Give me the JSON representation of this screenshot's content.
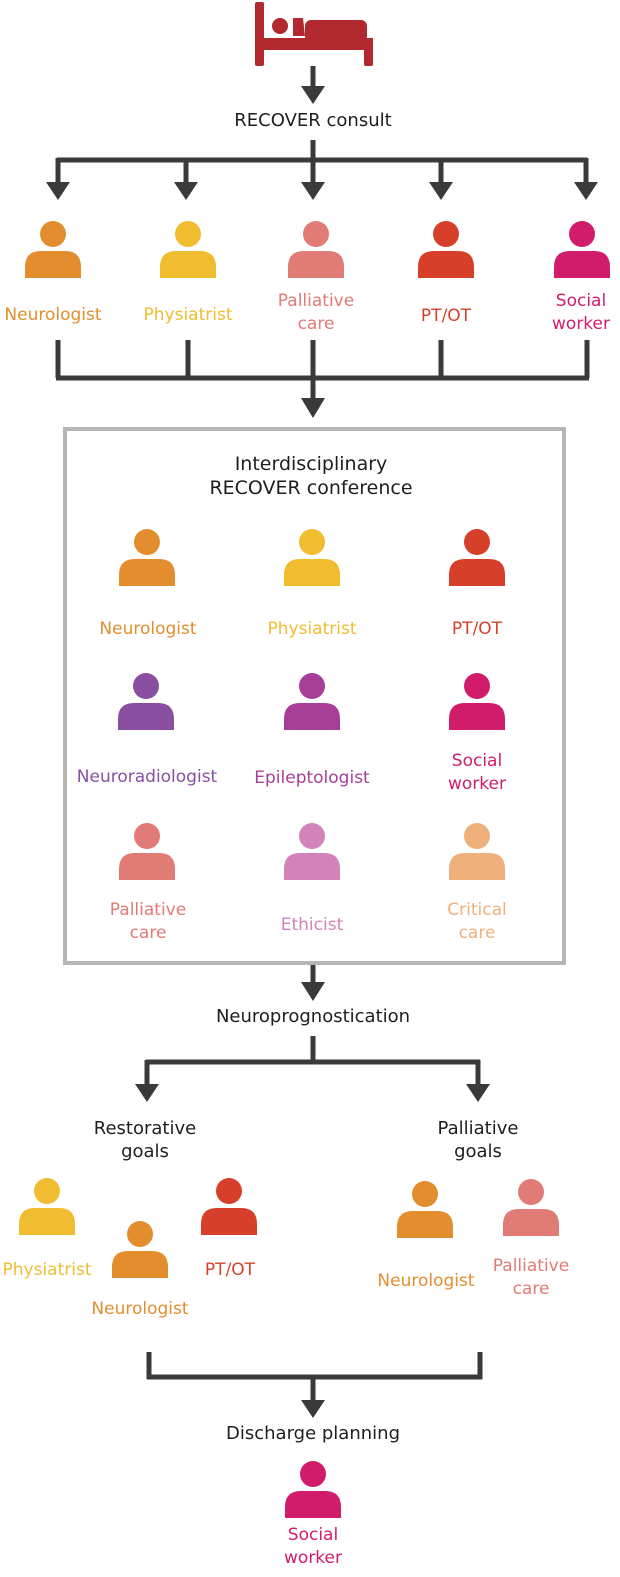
{
  "colors": {
    "neurologist": "#e38e2e",
    "physiatrist": "#f0bc30",
    "palliative": "#e07b76",
    "ptot": "#d6402a",
    "social": "#d11c6c",
    "neuroradiologist": "#8a4fa1",
    "epileptologist": "#a73e98",
    "ethicist": "#d283b8",
    "critical": "#efb07c",
    "bed": "#b1282e",
    "line": "#3a3a3a",
    "box_border": "#b5b5b5",
    "text": "#1e1e1e"
  },
  "icons": {
    "patient": "hospital-bed-icon",
    "person": "person-icon"
  },
  "top": {
    "consult": "RECOVER consult"
  },
  "consult_team": [
    {
      "line1": "Neurologist",
      "line2": "",
      "color_key": "neurologist"
    },
    {
      "line1": "Physiatrist",
      "line2": "",
      "color_key": "physiatrist"
    },
    {
      "line1": "Palliative",
      "line2": "care",
      "color_key": "palliative"
    },
    {
      "line1": "PT/OT",
      "line2": "",
      "color_key": "ptot"
    },
    {
      "line1": "Social",
      "line2": "worker",
      "color_key": "social"
    }
  ],
  "conference": {
    "title_line1": "Interdisciplinary",
    "title_line2": "RECOVER conference",
    "members": [
      {
        "line1": "Neurologist",
        "line2": "",
        "color_key": "neurologist"
      },
      {
        "line1": "Physiatrist",
        "line2": "",
        "color_key": "physiatrist"
      },
      {
        "line1": "PT/OT",
        "line2": "",
        "color_key": "ptot"
      },
      {
        "line1": "Neuroradiologist",
        "line2": "",
        "color_key": "neuroradiologist"
      },
      {
        "line1": "Epileptologist",
        "line2": "",
        "color_key": "epileptologist"
      },
      {
        "line1": "Social",
        "line2": "worker",
        "color_key": "social"
      },
      {
        "line1": "Palliative",
        "line2": "care",
        "color_key": "palliative"
      },
      {
        "line1": "Ethicist",
        "line2": "",
        "color_key": "ethicist"
      },
      {
        "line1": "Critical",
        "line2": "care",
        "color_key": "critical"
      }
    ]
  },
  "neuroprognostication": "Neuroprognostication",
  "restorative": {
    "title_line1": "Restorative",
    "title_line2": "goals",
    "members": [
      {
        "line1": "Physiatrist",
        "line2": "",
        "color_key": "physiatrist"
      },
      {
        "line1": "Neurologist",
        "line2": "",
        "color_key": "neurologist"
      },
      {
        "line1": "PT/OT",
        "line2": "",
        "color_key": "ptot"
      }
    ]
  },
  "palliative_goals": {
    "title_line1": "Palliative",
    "title_line2": "goals",
    "members": [
      {
        "line1": "Neurologist",
        "line2": "",
        "color_key": "neurologist"
      },
      {
        "line1": "Palliative",
        "line2": "care",
        "color_key": "palliative"
      }
    ]
  },
  "discharge": {
    "title": "Discharge planning",
    "member": {
      "line1": "Social",
      "line2": "worker",
      "color_key": "social"
    }
  }
}
